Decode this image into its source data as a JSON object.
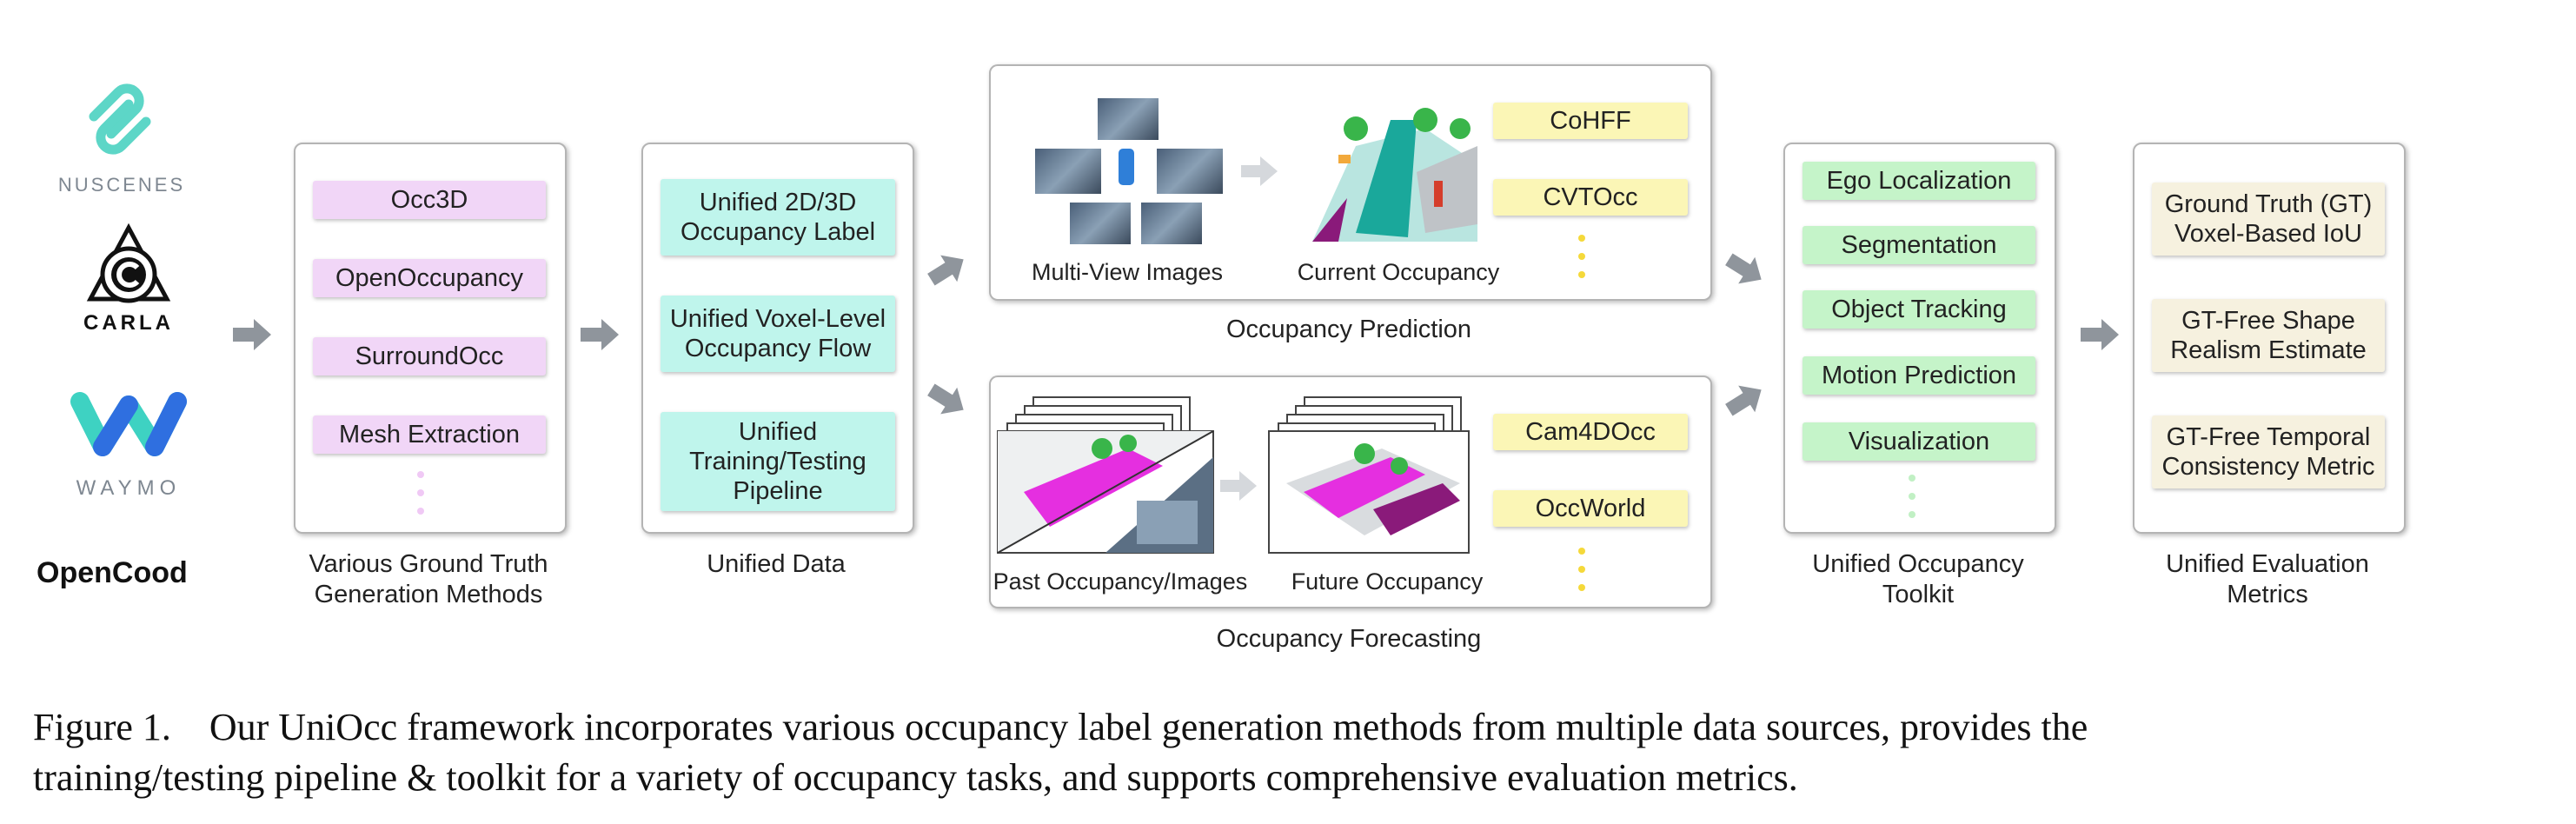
{
  "logos": {
    "nuscenes": "NUSCENES",
    "carla": "CARLA",
    "waymo": "WAYMO",
    "opencood": "OpenCood"
  },
  "gt_methods": {
    "items": [
      "Occ3D",
      "OpenOccupancy",
      "SurroundOcc",
      "Mesh Extraction"
    ],
    "label_line1": "Various Ground Truth",
    "label_line2": "Generation Methods"
  },
  "unified_data": {
    "items": [
      [
        "Unified 2D/3D",
        "Occupancy Label"
      ],
      [
        "Unified Voxel-Level",
        "Occupancy Flow"
      ],
      [
        "Unified",
        "Training/Testing",
        "Pipeline"
      ]
    ],
    "label": "Unified Data"
  },
  "prediction": {
    "left_caption": "Multi-View Images",
    "right_caption": "Current Occupancy",
    "methods": [
      "CoHFF",
      "CVTOcc"
    ],
    "label": "Occupancy Prediction"
  },
  "forecasting": {
    "left_caption": "Past Occupancy/Images",
    "right_caption": "Future Occupancy",
    "methods": [
      "Cam4DOcc",
      "OccWorld"
    ],
    "label": "Occupancy Forecasting"
  },
  "toolkit": {
    "items": [
      "Ego Localization",
      "Segmentation",
      "Object Tracking",
      "Motion Prediction",
      "Visualization"
    ],
    "label_line1": "Unified Occupancy",
    "label_line2": "Toolkit"
  },
  "metrics": {
    "items": [
      [
        "Ground Truth (GT)",
        "Voxel-Based IoU"
      ],
      [
        "GT-Free Shape",
        "Realism Estimate"
      ],
      [
        "GT-Free Temporal",
        "Consistency Metric"
      ]
    ],
    "label_line1": "Unified Evaluation",
    "label_line2": "Metrics"
  },
  "caption": {
    "line1": "Figure 1. Our UniOcc framework incorporates various occupancy label generation methods from multiple data sources, provides the",
    "line2": "training/testing pipeline & toolkit for a variety of occupancy tasks, and supports comprehensive evaluation metrics."
  },
  "colors": {
    "pink": "#f1d6f7",
    "cyan": "#bff5ec",
    "green": "#c5f4c9",
    "yellow": "#fbf6b6",
    "beige": "#f6f1df",
    "arrow": "#8f959c"
  }
}
